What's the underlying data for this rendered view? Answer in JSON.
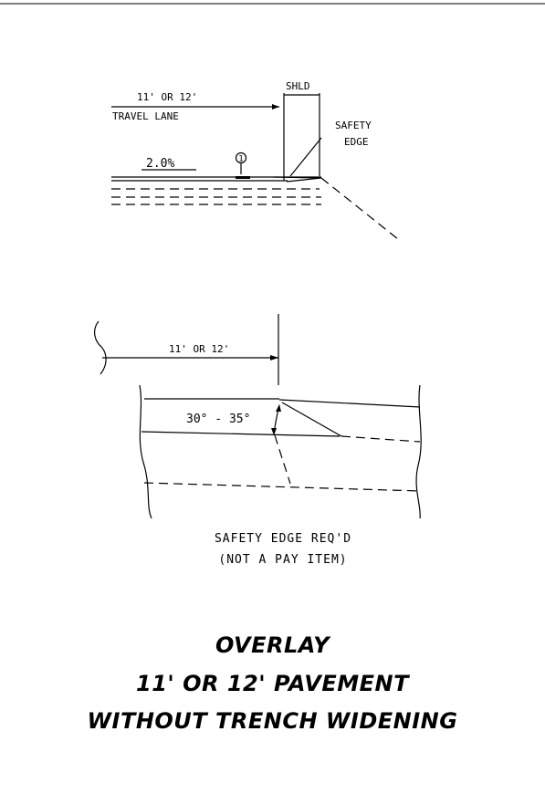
{
  "upper_detail": {
    "lane_label_line1": "11' OR 12'",
    "lane_label_line2": "TRAVEL LANE",
    "shoulder_label": "SHLD",
    "safety_edge_line1": "SAFETY",
    "safety_edge_line2": "EDGE",
    "slope_label": "2.0%",
    "note_marker": "1"
  },
  "lower_detail": {
    "width_label": "11' OR 12'",
    "angle_label": "30° - 35°"
  },
  "notes": {
    "line1": "SAFETY EDGE REQ'D",
    "line2": "(NOT A PAY ITEM)"
  },
  "title": {
    "line1": "OVERLAY",
    "line2": "11' OR 12' PAVEMENT",
    "line3": "WITHOUT TRENCH WIDENING"
  }
}
